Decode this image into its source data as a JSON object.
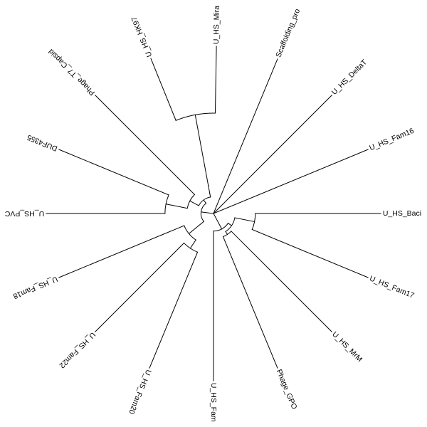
{
  "tree": {
    "type": "circular-phylogram",
    "root": "n0",
    "nodes": [
      {
        "id": "n0",
        "parent": null,
        "depth": 0,
        "angle": 0
      },
      {
        "id": "n1",
        "parent": "n0",
        "depth": 0.075,
        "angle": 0
      },
      {
        "id": "n2",
        "parent": "n0",
        "depth": 0.105,
        "angle": 0
      },
      {
        "id": "n3",
        "parent": "n1",
        "depth": 0.1,
        "angle": 0
      },
      {
        "id": "n4",
        "parent": "n1",
        "depth": 0.19,
        "angle": 0
      },
      {
        "id": "n5",
        "parent": "n3",
        "depth": 0.12,
        "angle": 0
      },
      {
        "id": "n6",
        "parent": "n3",
        "depth": 0.16,
        "angle": 0
      },
      {
        "id": "n7",
        "parent": "n5",
        "depth": 0.17,
        "angle": 0
      },
      {
        "id": "n8",
        "parent": "n7",
        "depth": 0.6,
        "angle": 0
      },
      {
        "id": "n9",
        "parent": "n6",
        "depth": 0.3,
        "angle": 0
      },
      {
        "id": "n10",
        "parent": "n6",
        "depth": 0.29,
        "angle": 0
      },
      {
        "id": "n11",
        "parent": "n4",
        "depth": 0.25,
        "angle": 0
      },
      {
        "id": "n12",
        "parent": "n4",
        "depth": 0.34,
        "angle": 0
      },
      {
        "id": "n13",
        "parent": "n2",
        "depth": 0.13,
        "angle": 0
      },
      {
        "id": "n14",
        "parent": "n2",
        "depth": 0.19,
        "angle": 0
      },
      {
        "id": "n15",
        "parent": "n13",
        "depth": 0.25,
        "angle": 0
      },
      {
        "id": "n16",
        "parent": "n13",
        "depth": 0.15,
        "angle": 0
      }
    ],
    "leaves": [
      {
        "name": "U_HS_Mira",
        "parent": "n8",
        "angle": 1,
        "depth": 1.0
      },
      {
        "name": "Scaffolding_pro",
        "parent": "n0",
        "angle": 22.5,
        "depth": 1.0
      },
      {
        "name": "U_HS_DeltaT",
        "parent": "n0",
        "angle": 45,
        "depth": 1.0
      },
      {
        "name": "U_HS_Fam16",
        "parent": "n0",
        "angle": 67.5,
        "depth": 1.0
      },
      {
        "name": "U_HS_Baci",
        "parent": "n15",
        "angle": 90,
        "depth": 1.0
      },
      {
        "name": "U_HS_Fam17",
        "parent": "n15",
        "angle": 112.5,
        "depth": 1.0
      },
      {
        "name": "U_HS_MrM",
        "parent": "n16",
        "angle": 135,
        "depth": 1.0
      },
      {
        "name": "Phage_GPO",
        "parent": "n16",
        "angle": 157.5,
        "depth": 1.0
      },
      {
        "name": "U_HS_Fam",
        "parent": "n14",
        "angle": 180,
        "depth": 1.0
      },
      {
        "name": "U_HS_Fam20",
        "parent": "n11",
        "angle": 202.5,
        "depth": 1.0
      },
      {
        "name": "U_HS_Fam22",
        "parent": "n11",
        "angle": 225,
        "depth": 1.0
      },
      {
        "name": "U_HS_Fam18",
        "parent": "n12",
        "angle": 247.5,
        "depth": 1.0
      },
      {
        "name": "U_HS_PVC",
        "parent": "n10",
        "angle": 270,
        "depth": 1.0
      },
      {
        "name": "DUF4355",
        "parent": "n10",
        "angle": 292.5,
        "depth": 1.0
      },
      {
        "name": "Phage_T7_Capsid",
        "parent": "n9",
        "angle": 315,
        "depth": 1.0
      },
      {
        "name": "U_HS_HK97",
        "parent": "n8",
        "angle": 338,
        "depth": 1.0
      }
    ]
  }
}
